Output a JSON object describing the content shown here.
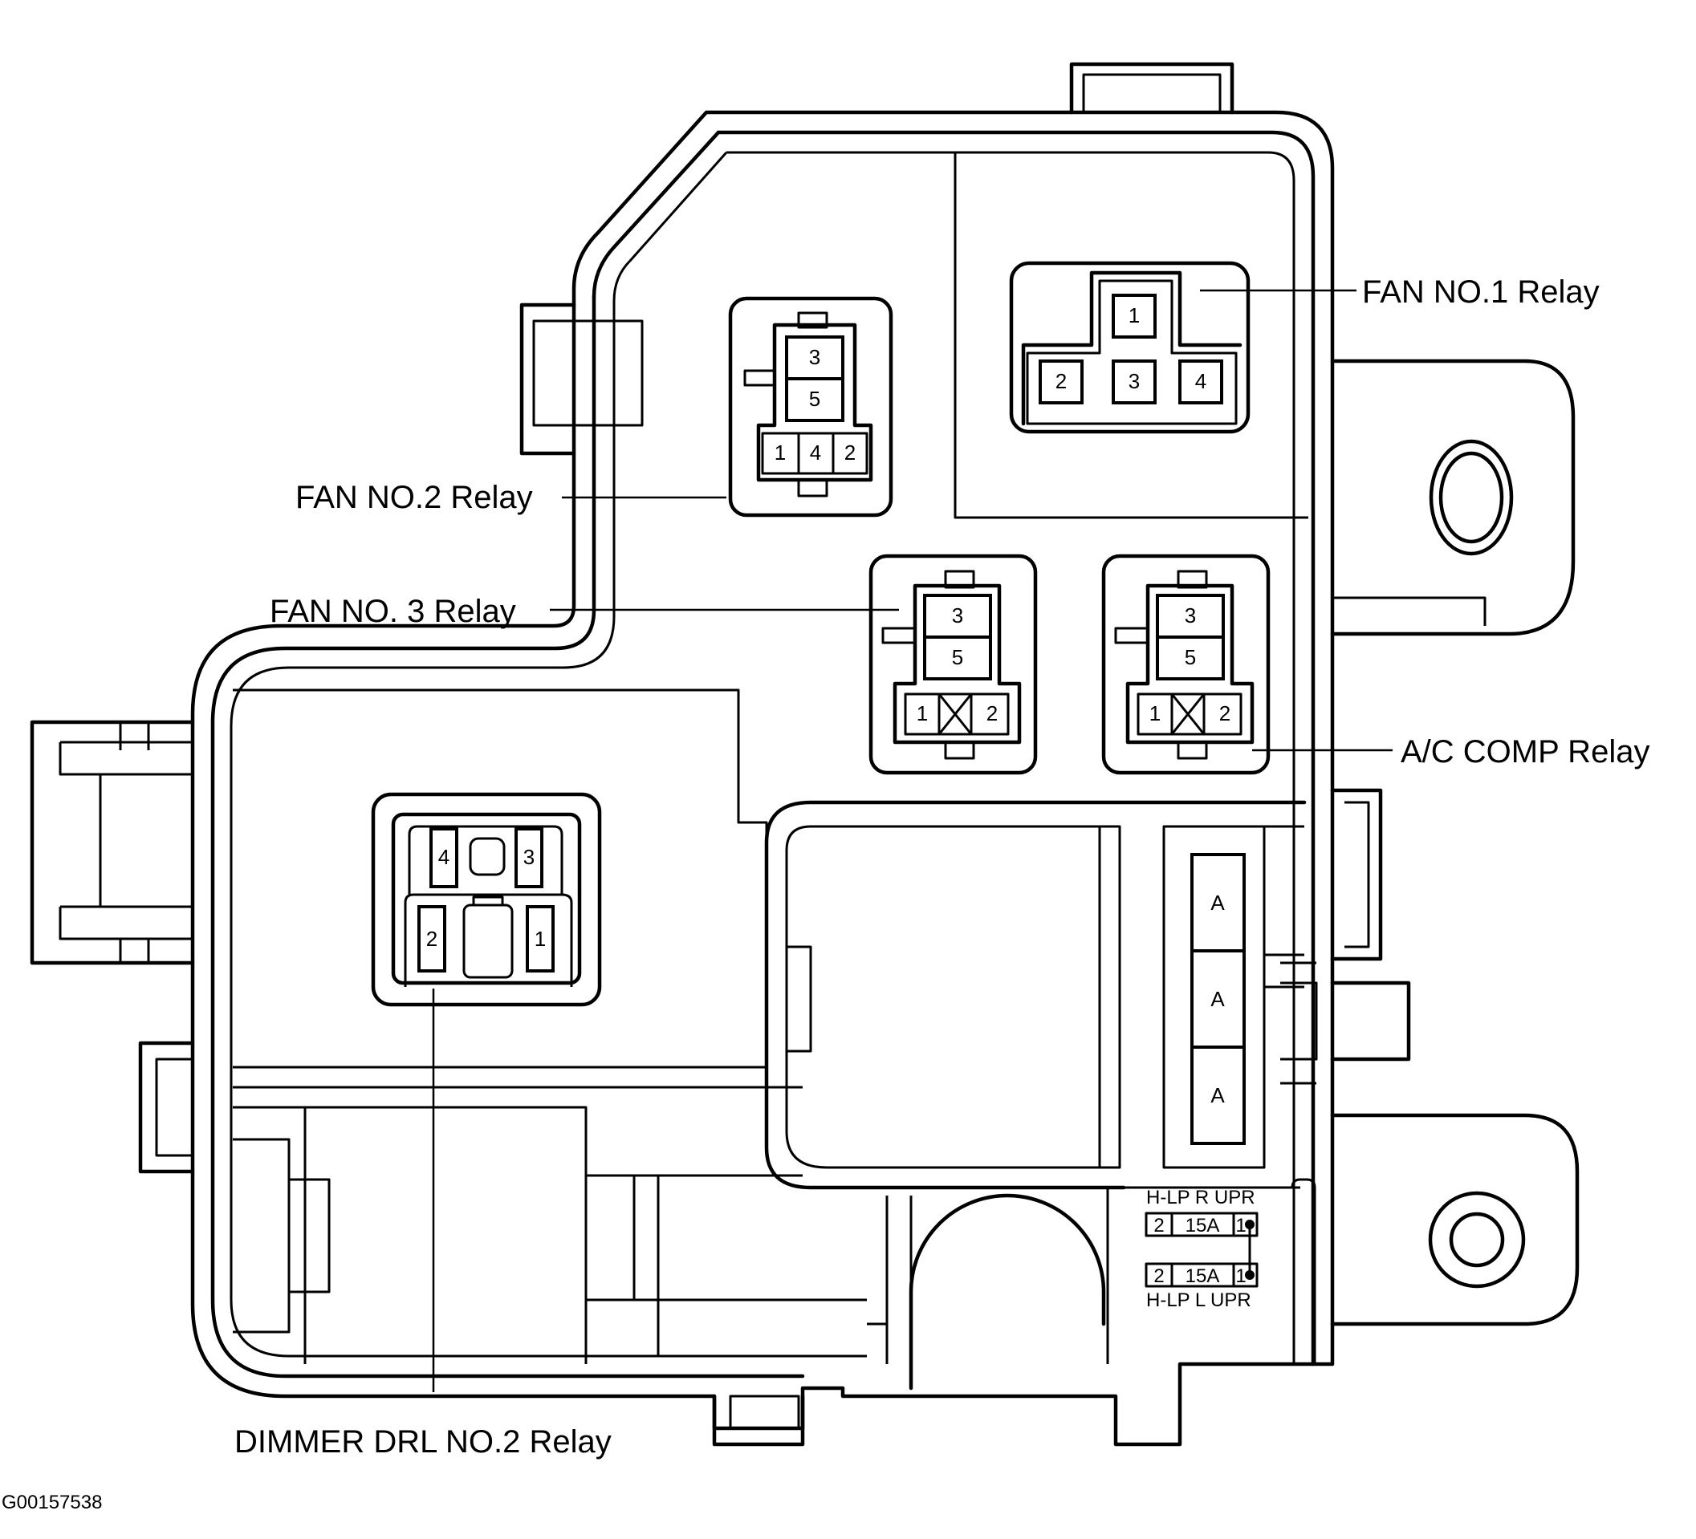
{
  "labels": {
    "fan_no1": "FAN NO.1 Relay",
    "fan_no2": "FAN NO.2 Relay",
    "fan_no3": "FAN NO. 3 Relay",
    "ac_comp": "A/C COMP Relay",
    "dimmer": "DIMMER DRL NO.2 Relay",
    "figure_id": "G00157538"
  },
  "fan_no1_pins": {
    "top": "1",
    "left": "2",
    "mid": "3",
    "right": "4"
  },
  "fan_no2_pins": {
    "p3": "3",
    "p5": "5",
    "p1": "1",
    "p4": "4",
    "p2": "2"
  },
  "fan_no3_pins": {
    "p3": "3",
    "p5": "5",
    "p1": "1",
    "p2": "2"
  },
  "ac_pins": {
    "p3": "3",
    "p5": "5",
    "p1": "1",
    "p2": "2"
  },
  "dimmer_pins": {
    "p4": "4",
    "p3": "3",
    "p2": "2",
    "p1": "1"
  },
  "fuse_a": [
    "A",
    "A",
    "A"
  ],
  "hlp_upper": {
    "label": "H-LP R UPR",
    "left_pin": "2",
    "rating": "15A",
    "right_pin": "1"
  },
  "hlp_lower": {
    "label": "H-LP L UPR",
    "left_pin": "2",
    "rating": "15A",
    "right_pin": "1"
  }
}
